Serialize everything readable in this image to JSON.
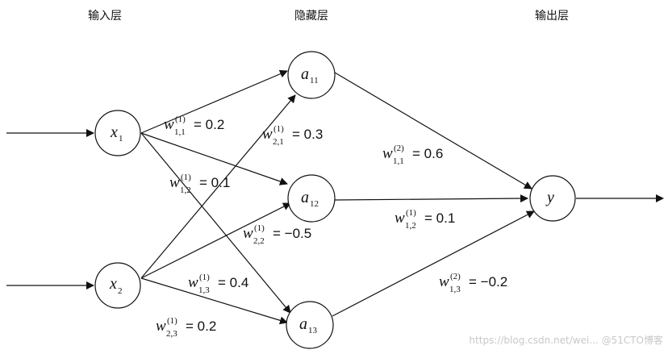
{
  "layers": {
    "input_title": "输入层",
    "hidden_title": "隐藏层",
    "output_title": "输出层"
  },
  "nodes": {
    "x1": {
      "main": "x",
      "sub": "1"
    },
    "x2": {
      "main": "x",
      "sub": "2"
    },
    "a11": {
      "main": "a",
      "sub": "11"
    },
    "a12": {
      "main": "a",
      "sub": "12"
    },
    "a13": {
      "main": "a",
      "sub": "13"
    },
    "y": {
      "main": "y",
      "sub": ""
    }
  },
  "weights": {
    "w11_1": {
      "sup": "(1)",
      "sub": "1,1",
      "value": "= 0.2"
    },
    "w21_1": {
      "sup": "(1)",
      "sub": "2,1",
      "value": "= 0.3"
    },
    "w12_1": {
      "sup": "(1)",
      "sub": "1,2",
      "value": "= 0.1"
    },
    "w22_1": {
      "sup": "(1)",
      "sub": "2,2",
      "value": "= −0.5"
    },
    "w13_1": {
      "sup": "(1)",
      "sub": "1,3",
      "value": "= 0.4"
    },
    "w23_1": {
      "sup": "(1)",
      "sub": "2,3",
      "value": "= 0.2"
    },
    "w11_2": {
      "sup": "(2)",
      "sub": "1,1",
      "value": "= 0.6"
    },
    "w12_2": {
      "sup": "(1)",
      "sub": "1,2",
      "value": "= 0.1"
    },
    "w13_2": {
      "sup": "(2)",
      "sub": "1,3",
      "value": "= −0.2"
    }
  },
  "watermark": "https://blog.csdn.net/wei... @51CTO博客"
}
